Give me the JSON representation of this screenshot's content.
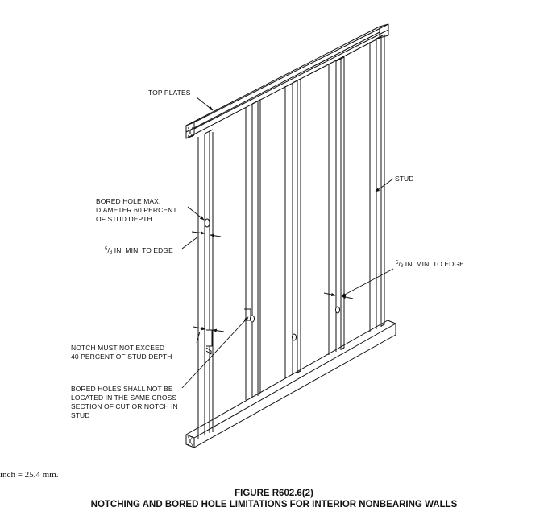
{
  "labels": {
    "top_plates": "TOP PLATES",
    "stud": "STUD",
    "bored_hole_line1": "BORED HOLE MAX.",
    "bored_hole_line2": "DIAMETER 60 PERCENT",
    "bored_hole_line3": "OF STUD DEPTH",
    "edge_left_num": "5",
    "edge_left_den": "8",
    "edge_left_text": " IN. MIN. TO EDGE",
    "edge_right_num": "5",
    "edge_right_den": "8",
    "edge_right_text": " IN. MIN. TO EDGE",
    "notch_line1": "NOTCH MUST NOT EXCEED",
    "notch_line2": "40 PERCENT OF STUD DEPTH",
    "bored_holes_line1": "BORED HOLES SHALL NOT BE",
    "bored_holes_line2": "LOCATED IN THE SAME CROSS",
    "bored_holes_line3": "SECTION OF CUT OR NOTCH IN",
    "bored_holes_line4": "STUD"
  },
  "footnote": "inch = 25.4 mm.",
  "figure": {
    "title": "FIGURE R602.6(2)",
    "subtitle": "NOTCHING AND BORED HOLE LIMITATIONS FOR INTERIOR NONBEARING WALLS"
  }
}
